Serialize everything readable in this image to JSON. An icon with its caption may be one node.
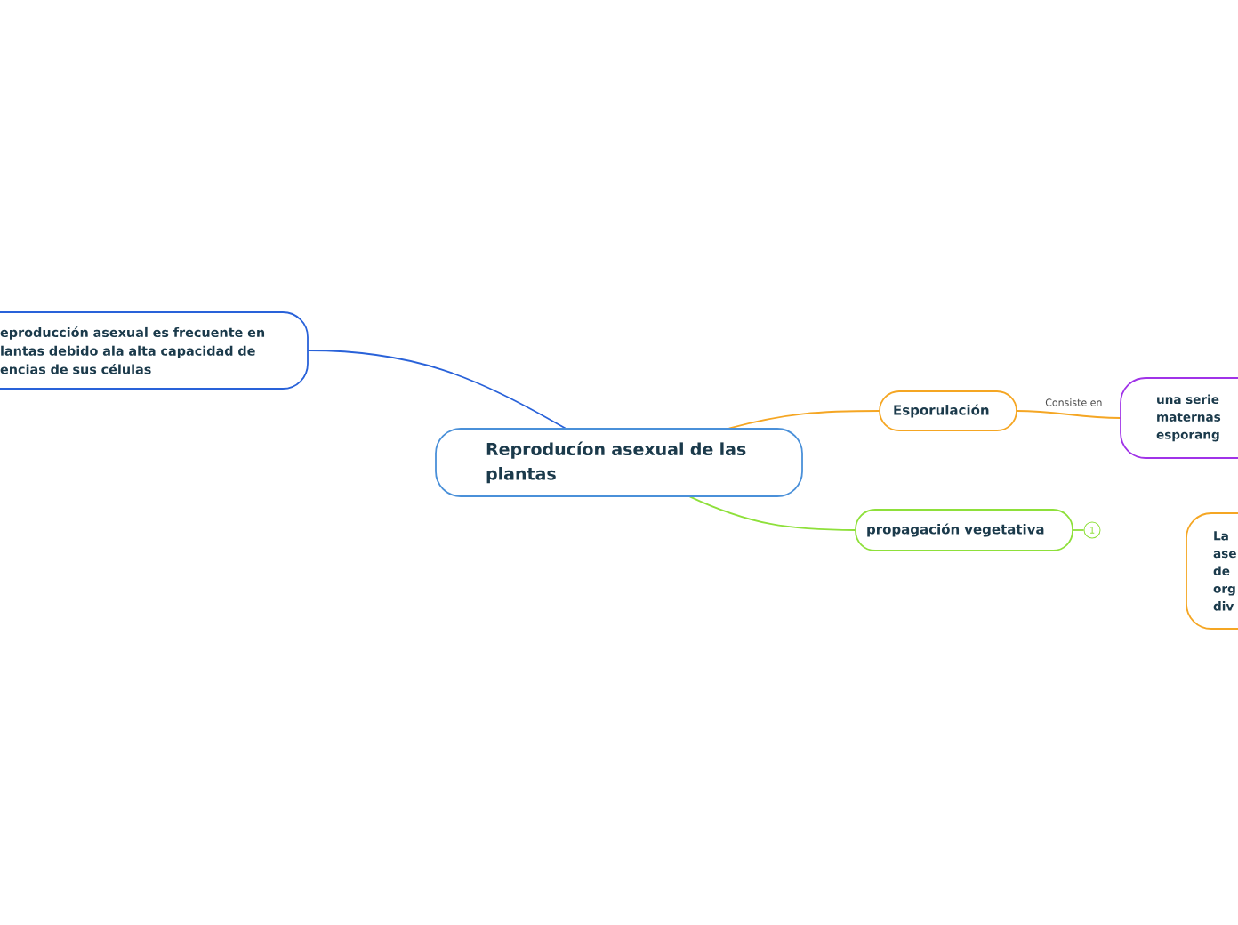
{
  "diagram": {
    "nodes": [
      {
        "text": [
          "Reproducíon asexual de las plantas"
        ]
      },
      {
        "text": [
          "eproducción asexual es frecuente en lantas debido ala alta capacidad de encias de sus células"
        ]
      },
      {
        "text": [
          "Esporulación"
        ]
      },
      {
        "text": [
          "una serie maternas esporang"
        ]
      },
      {
        "text": [
          "propagación vegetativa"
        ]
      },
      {
        "text": [
          "1"
        ]
      },
      {
        "text": [
          "La ase de org div"
        ]
      }
    ],
    "edges": [
      {
        "from": 0,
        "to": 1,
        "arrow": "none",
        "color": "#2962d9"
      },
      {
        "from": 0,
        "to": 2,
        "arrow": "none",
        "color": "#f5a623"
      },
      {
        "from": 0,
        "to": 4,
        "arrow": "none",
        "color": "#8ee03a"
      },
      {
        "from": 2,
        "to": 3,
        "arrow": "none",
        "label": "Consiste en",
        "color": "#f5a623"
      },
      {
        "from": 4,
        "to": 5,
        "arrow": "none",
        "color": "#8ee03a"
      }
    ]
  }
}
